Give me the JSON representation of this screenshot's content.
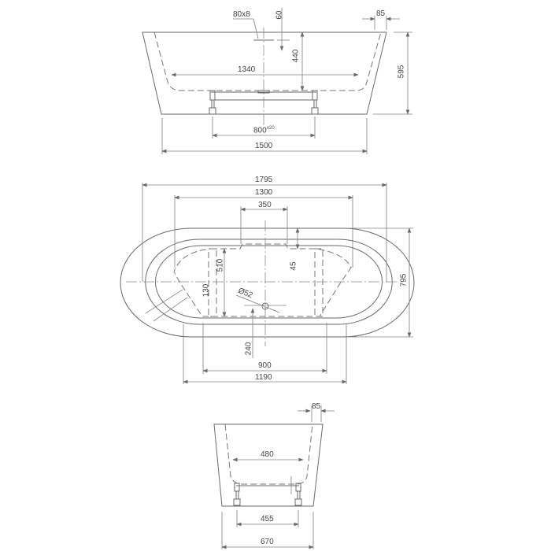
{
  "drawing": {
    "subject": "Freestanding oval bathtub dimension drawing",
    "stroke_color": "#6a6a6a",
    "background": "#ffffff"
  },
  "side_view": {
    "overflow_label": "80x8",
    "overflow_offset": "60",
    "wall_thickness": "85",
    "depth_to_overflow": "440",
    "inner_bottom_length": "1340",
    "total_height": "595",
    "feet_spacing": "800",
    "feet_spacing_tolerance": "±20",
    "base_length": "1500"
  },
  "top_view": {
    "overall_length": "1795",
    "inner_length": "1300",
    "notch_width": "350",
    "notch_depth": "45",
    "inner_width_feet": "510",
    "side_offset": "130",
    "drain_diameter": "Ø52",
    "drain_offset": "240",
    "overall_width": "795",
    "base_inner": "900",
    "base_outer": "1190"
  },
  "end_view": {
    "wall_thickness": "85",
    "inner_bottom_width": "480",
    "feet_spacing": "455",
    "base_width": "670"
  }
}
